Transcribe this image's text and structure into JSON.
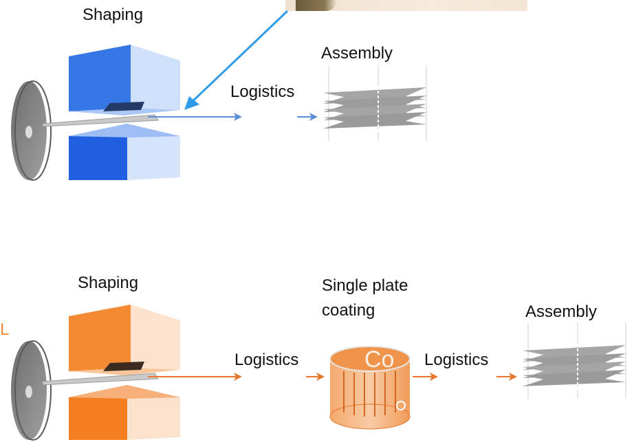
{
  "top_process": {
    "shaping_label": "Shaping",
    "logistics_label": "Logistics",
    "assembly_label": "Assembly",
    "accent_color": "#4f86d4"
  },
  "bottom_process": {
    "shaping_label": "Shaping",
    "logistics_label_1": "Logistics",
    "coating_label_line1": "Single plate",
    "coating_label_line2": "coating",
    "logistics_label_2": "Logistics",
    "assembly_label": "Assembly",
    "side_letter": "L",
    "ghost_text": "Co",
    "accent_color": "#e8762c"
  },
  "colors": {
    "callout_arrow": "#2f9be8",
    "blue_block": "#2f6fe0",
    "orange_block": "#f58a34",
    "roll": "#7d7d7d",
    "stack": "#9a9a9a"
  },
  "icons": [
    "roll-icon",
    "press-block-icon",
    "plate-stack-icon",
    "coating-tank-icon",
    "arrow-icon"
  ]
}
